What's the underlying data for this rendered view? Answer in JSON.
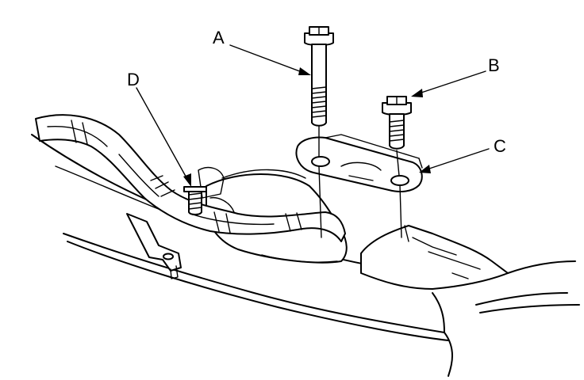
{
  "callouts": {
    "a": "A",
    "b": "B",
    "c": "C",
    "d": "D"
  },
  "parts": {
    "a": "flange-bolt-long",
    "b": "flange-bolt-short",
    "c": "mounting-bracket",
    "d": "stud-bolt"
  },
  "colors": {
    "line": "#000000",
    "background": "#ffffff",
    "shading": "#d9d9d9"
  }
}
